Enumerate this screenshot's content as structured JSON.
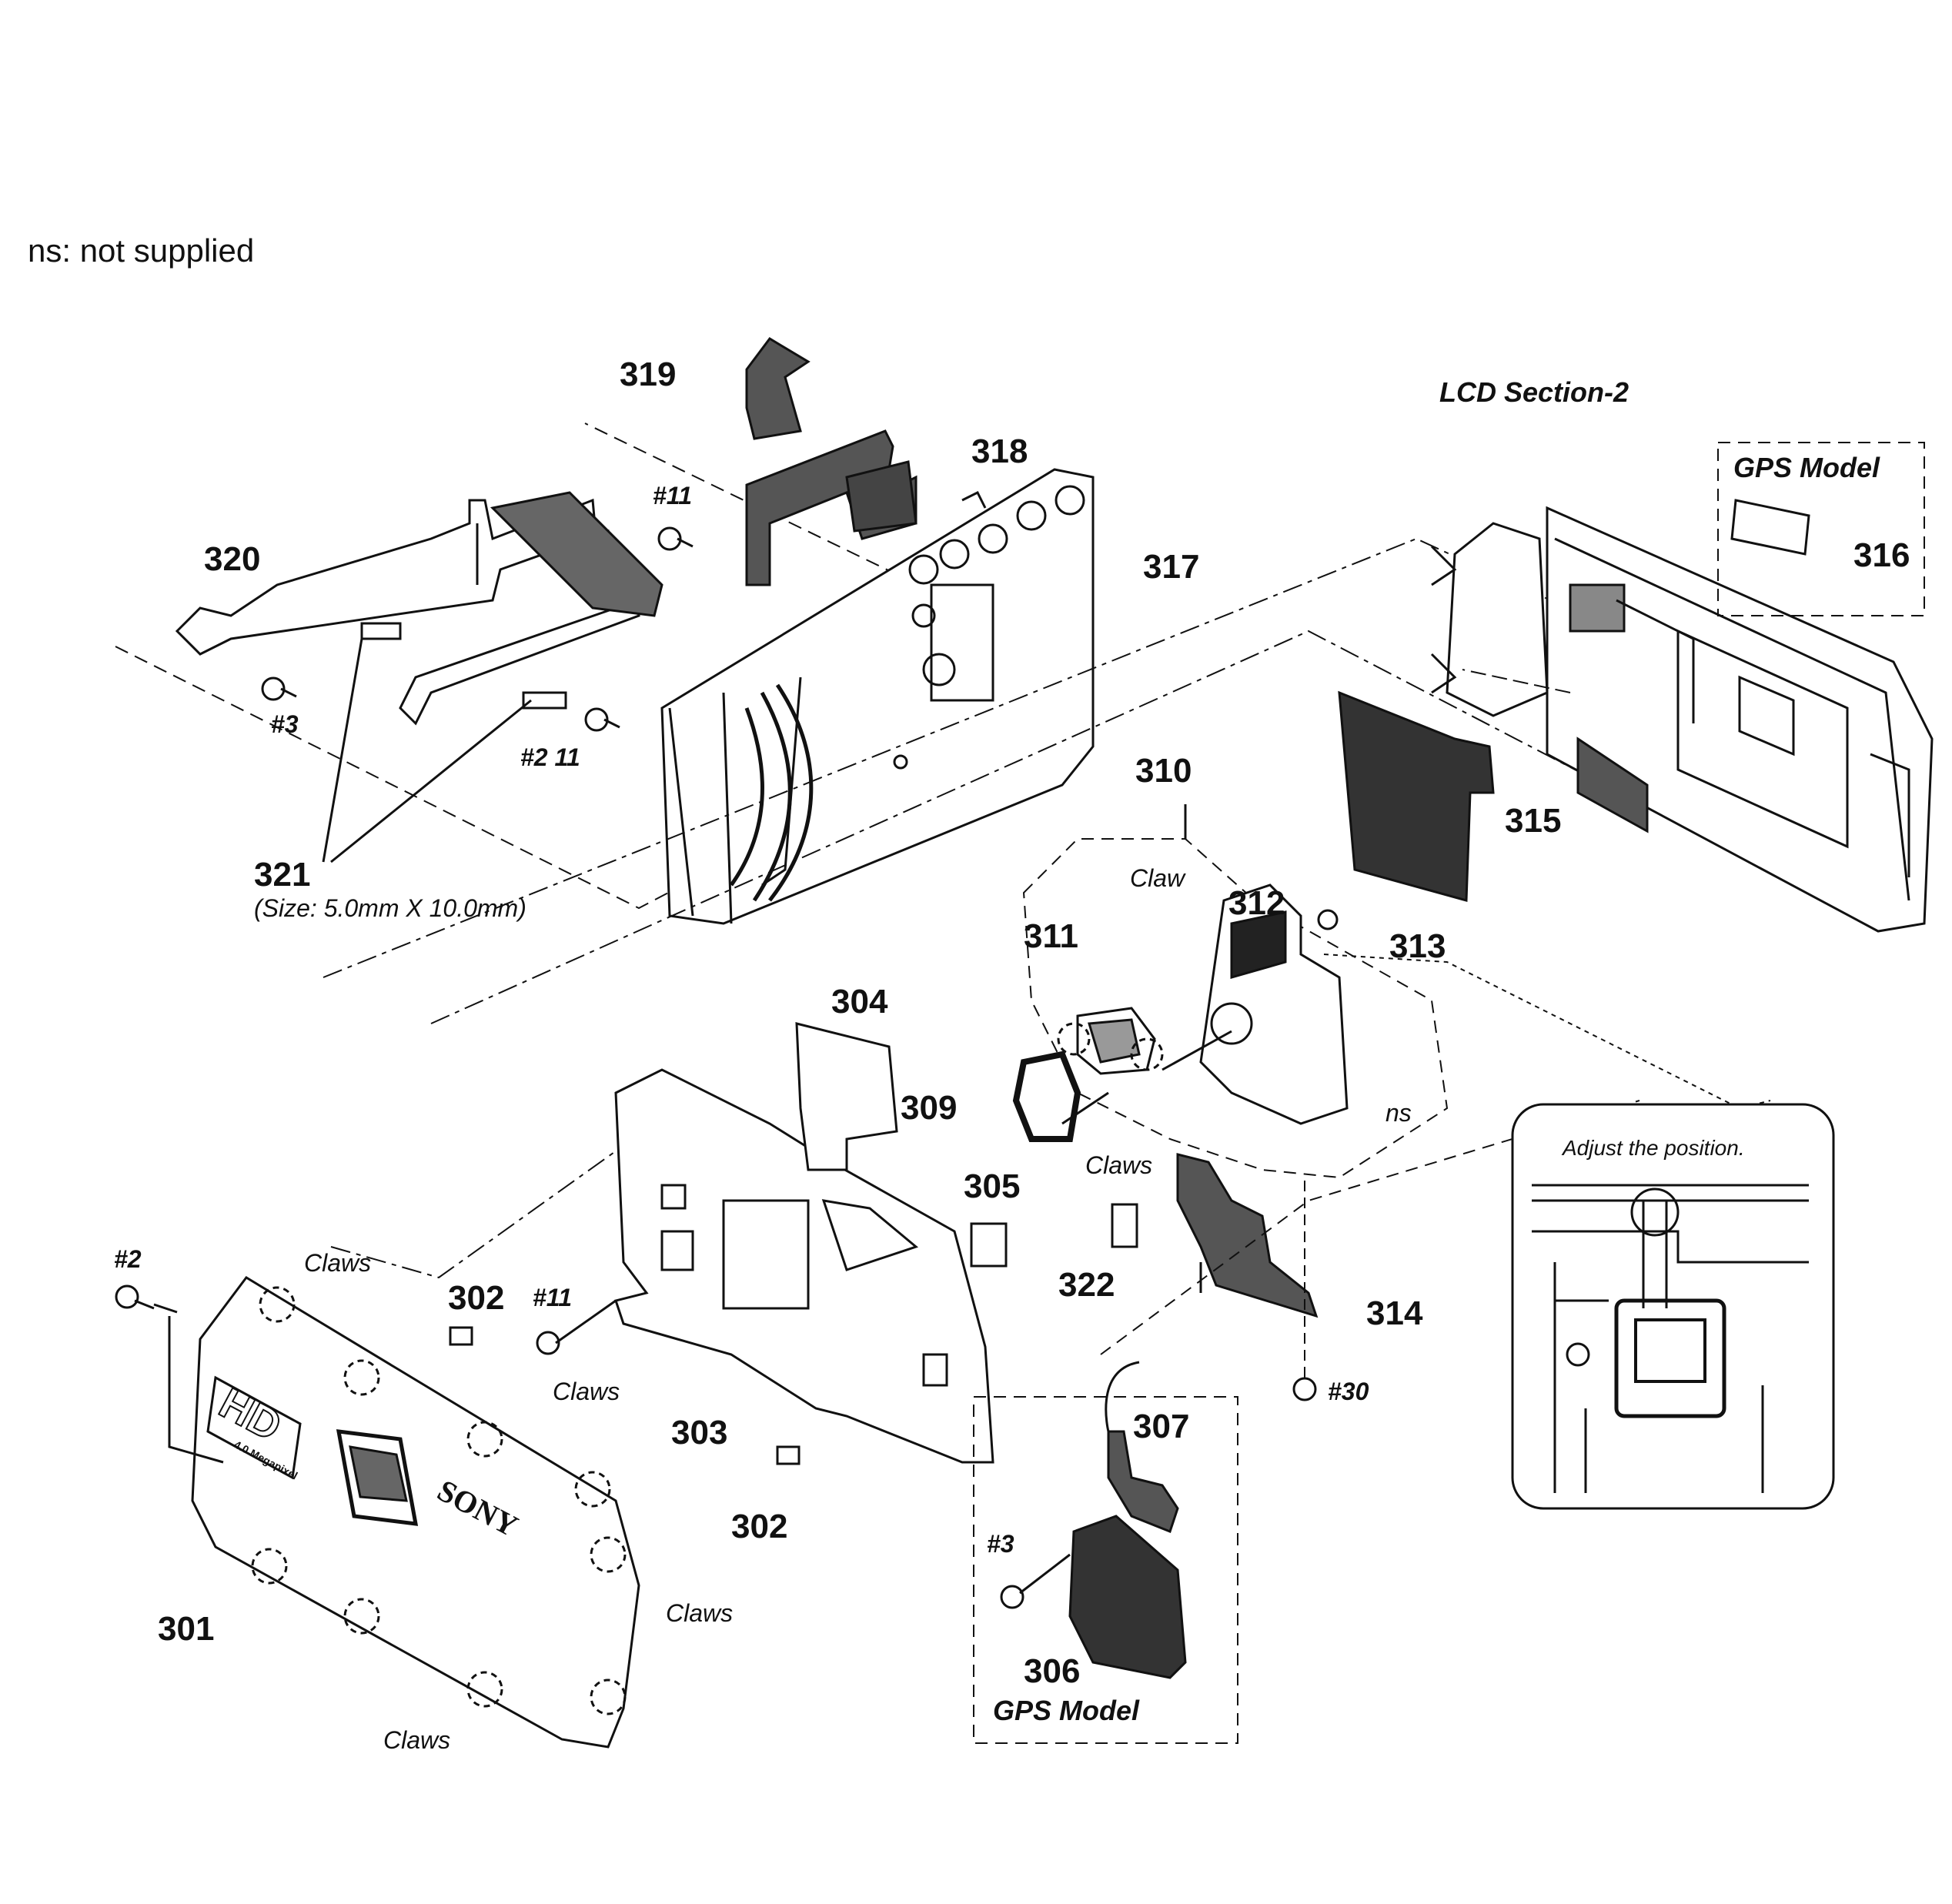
{
  "note": "ns: not supplied",
  "section_title": "LCD Section-2",
  "size_note": "(Size: 5.0mm X 10.0mm)",
  "inset_caption": "Adjust the position.",
  "gps_label_top": "GPS Model",
  "gps_label_bottom": "GPS Model",
  "parts": {
    "p301": "301",
    "p302a": "302",
    "p302b": "302",
    "p303": "303",
    "p304": "304",
    "p305": "305",
    "p306": "306",
    "p307": "307",
    "p309": "309",
    "p310": "310",
    "p311": "311",
    "p312": "312",
    "p313": "313",
    "p314": "314",
    "p315": "315",
    "p316": "316",
    "p317": "317",
    "p318": "318",
    "p319": "319",
    "p320": "320",
    "p321": "321",
    "p322": "322"
  },
  "screws": {
    "s2": "#2",
    "s3a": "#3",
    "s3b": "#3",
    "s11a": "#11",
    "s11b": "#11",
    "s211": "#2 11",
    "s30": "#30"
  },
  "annotations": {
    "claws1": "Claws",
    "claws2": "Claws",
    "claws3": "Claws",
    "claws4": "Claws",
    "claws5": "Claws",
    "claw": "Claw",
    "ns": "ns"
  },
  "brand": {
    "logo": "SONY",
    "badge": "HD",
    "badge_sub": "4.0 Megapixel"
  }
}
